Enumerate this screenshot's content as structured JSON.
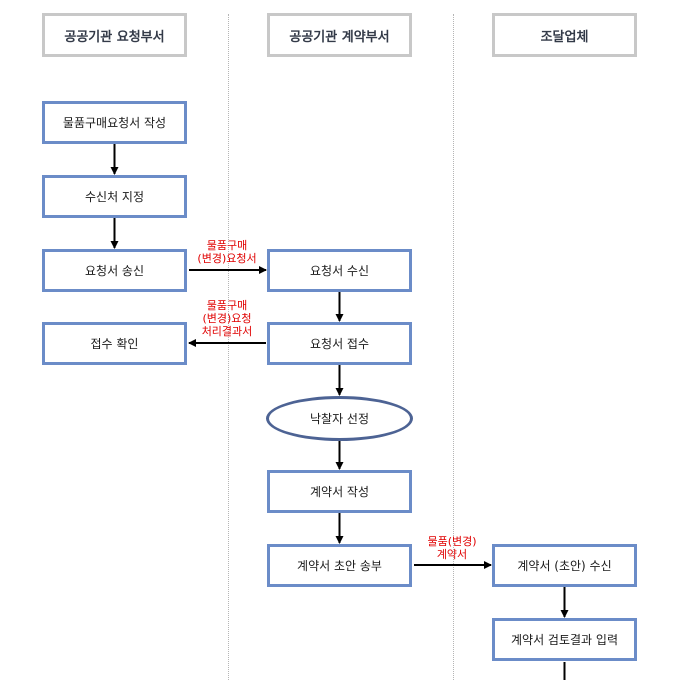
{
  "lanes": [
    {
      "title": "공공기관 요청부서"
    },
    {
      "title": "공공기관 계약부서"
    },
    {
      "title": "조달업체"
    }
  ],
  "steps": {
    "write_request": "물품구매요청서 작성",
    "assign_recipient": "수신처 지정",
    "send_request": "요청서 송신",
    "confirm_receipt": "접수 확인",
    "receive_request": "요청서 수신",
    "accept_request": "요청서 접수",
    "select_bidder": "낙찰자 선정",
    "write_contract": "계약서 작성",
    "send_draft": "계약서 초안 송부",
    "receive_draft": "계약서 (초안) 수신",
    "input_review": "계약서 검토결과 입력"
  },
  "flow_labels": {
    "request_doc": [
      "물품구매",
      "(변경)요청서"
    ],
    "result_doc": [
      "물품구매",
      "(변경)요청",
      "처리결과서"
    ],
    "contract_doc": [
      "물품(변경)",
      "계약서"
    ]
  },
  "colors": {
    "process_border": "#6b8cc8",
    "decision_border": "#4d6394",
    "header_border": "#c8c8c8",
    "flow_label": "#e00000"
  }
}
